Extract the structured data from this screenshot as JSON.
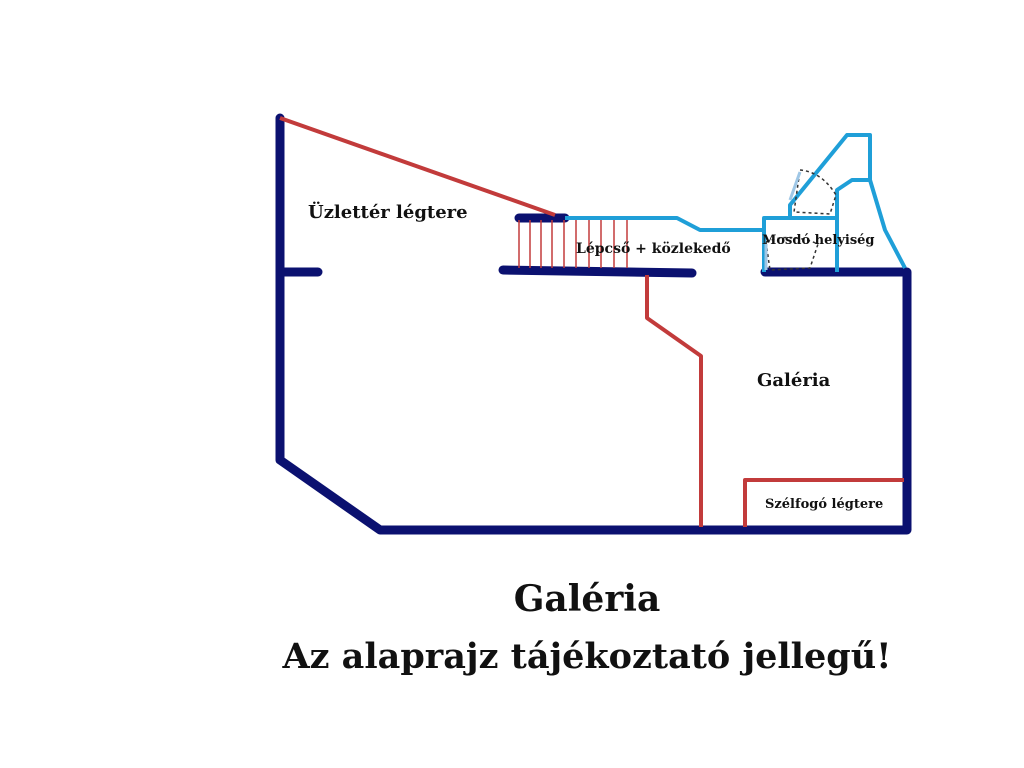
{
  "plan": {
    "colors": {
      "outer_wall": "#0b1170",
      "inner_partition": "#c23b3b",
      "upper_level": "#1f9fd8",
      "door_swing": "#333333"
    },
    "labels": {
      "shop_airspace": "Üzlettér légtere",
      "stairs_corridor": "Lépcső + közlekedő",
      "restroom": "Mosdó helyiség",
      "gallery": "Galéria",
      "vestibule_airspace": "Szélfogó légtere"
    }
  },
  "caption": {
    "title": "Galéria",
    "note": "Az alaprajz tájékoztató jellegű!"
  }
}
